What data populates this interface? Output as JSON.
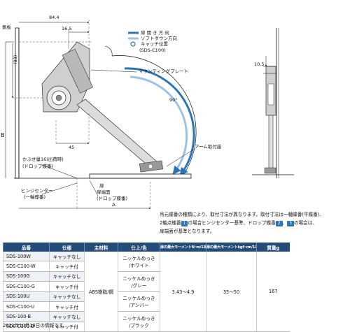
{
  "diagram": {
    "labels": {
      "side_panel": "側板",
      "dim_84_4": "84.4",
      "dim_16_5": "16.5",
      "dim_83": "(83)",
      "dim_b": "B",
      "dim_45": "45",
      "dim_90deg": "90°",
      "dim_10_5": "10.5",
      "dim_a": "A",
      "mounting_plate": "マウンティングプレート",
      "arm_mount": "アーム取付座",
      "overlay": "かぶせ量16(出荷時)",
      "overlay_sub": "(ドロップ蝶番)",
      "door": "扉",
      "hinge_center": "ヒンジセンター",
      "hinge_center_sub": "(一軸蝶番)",
      "door_back": "扉端面",
      "door_back_sub": "(ドロップ蝶番)"
    },
    "legend": {
      "door_open": "扉 開 き 方 向",
      "soft_down": "ソフトダウン方向",
      "catch_pos": "キャッチ位置",
      "catch_model": "(SDS-C100)"
    }
  },
  "notes": {
    "line1": "吊元蝶番の種類により、取付寸法が異なります。取付寸法は一軸蝶番(平蝶番)、",
    "line2_a": "2軸点蝶番",
    "chip1": "1",
    "line2_b": "の場合ヒンジセンター基準、ドロップ蝶番",
    "chip2": "2",
    "line2_c": "、",
    "chip3": "3",
    "line2_d": "の場合は、",
    "line3": "扉端面が基準となります。"
  },
  "table": {
    "headers": {
      "code": "品番",
      "spec": "仕様",
      "material": "主材料",
      "finish": "仕上/色",
      "moment_n": "扉の最大モーメントN･m/1本",
      "moment_kgf": "扉の最大モーメントkgf･cm/1本",
      "mass": "質量g"
    },
    "rows": [
      {
        "code": "SDS-100W",
        "catch": "キャッチなし"
      },
      {
        "code": "SDS-C100-W",
        "catch": "キャッチ付"
      },
      {
        "code": "SDS-100G",
        "catch": "キャッチなし"
      },
      {
        "code": "SDS-C100-G",
        "catch": "キャッチ付"
      },
      {
        "code": "SDS-100U",
        "catch": "キャッチなし"
      },
      {
        "code": "SDS-C100-U",
        "catch": "キャッチ付"
      },
      {
        "code": "SDS-100-B",
        "catch": "キャッチなし"
      },
      {
        "code": "SDS-C100-B",
        "catch": "キャッチ付"
      }
    ],
    "material": "ABS樹脂/鋼",
    "finishes": [
      {
        "l1": "ニッケルめっき",
        "l2": "/ホワイト"
      },
      {
        "l1": "ニッケルめっき",
        "l2": "/グレー"
      },
      {
        "l1": "ニッケルめっき",
        "l2": "/アンバー"
      },
      {
        "l1": "ニッケルめっき",
        "l2": "/ブラック"
      }
    ],
    "moment_n": "3.43～4.9",
    "moment_kgf": "35～50",
    "mass": "167"
  },
  "footer": "2021年10月18日の情報です。",
  "colors": {
    "header_bg": "#234c78",
    "arrow_blue": "#2a74b8",
    "arrow_light": "#9cc3e6"
  }
}
